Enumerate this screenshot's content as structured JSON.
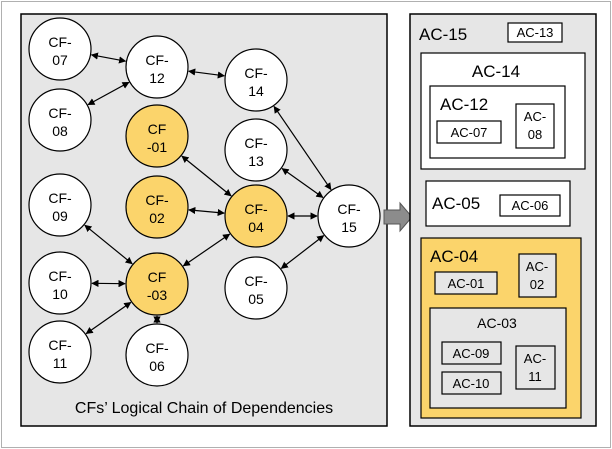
{
  "colors": {
    "panel_fill": "#e6e6e6",
    "highlight_fill": "#fbd46b",
    "node_fill": "#ffffff",
    "stroke": "#000000",
    "border": "#b0b0b0"
  },
  "left_panel": {
    "caption": "CFs’ Logical Chain of Dependencies",
    "nodes": [
      {
        "id": "cf07",
        "line1": "CF-",
        "line2": "07",
        "highlight": false
      },
      {
        "id": "cf12",
        "line1": "CF-",
        "line2": "12",
        "highlight": false
      },
      {
        "id": "cf14",
        "line1": "CF-",
        "line2": "14",
        "highlight": false
      },
      {
        "id": "cf08",
        "line1": "CF-",
        "line2": "08",
        "highlight": false
      },
      {
        "id": "cf01",
        "line1": "CF",
        "line2": "-01",
        "highlight": true
      },
      {
        "id": "cf13",
        "line1": "CF-",
        "line2": "13",
        "highlight": false
      },
      {
        "id": "cf09",
        "line1": "CF-",
        "line2": "09",
        "highlight": false
      },
      {
        "id": "cf02",
        "line1": "CF-",
        "line2": "02",
        "highlight": true
      },
      {
        "id": "cf04",
        "line1": "CF-",
        "line2": "04",
        "highlight": true
      },
      {
        "id": "cf15",
        "line1": "CF-",
        "line2": "15",
        "highlight": false
      },
      {
        "id": "cf10",
        "line1": "CF-",
        "line2": "10",
        "highlight": false
      },
      {
        "id": "cf03",
        "line1": "CF",
        "line2": "-03",
        "highlight": true
      },
      {
        "id": "cf05",
        "line1": "CF-",
        "line2": "05",
        "highlight": false
      },
      {
        "id": "cf11",
        "line1": "CF-",
        "line2": "11",
        "highlight": false
      },
      {
        "id": "cf06",
        "line1": "CF-",
        "line2": "06",
        "highlight": false
      }
    ],
    "edges": [
      [
        "cf07",
        "cf12"
      ],
      [
        "cf08",
        "cf12"
      ],
      [
        "cf12",
        "cf14"
      ],
      [
        "cf14",
        "cf15"
      ],
      [
        "cf01",
        "cf04"
      ],
      [
        "cf13",
        "cf15"
      ],
      [
        "cf02",
        "cf04"
      ],
      [
        "cf04",
        "cf15"
      ],
      [
        "cf04",
        "cf03"
      ],
      [
        "cf09",
        "cf03"
      ],
      [
        "cf10",
        "cf03"
      ],
      [
        "cf11",
        "cf03"
      ],
      [
        "cf06",
        "cf03"
      ],
      [
        "cf05",
        "cf15"
      ]
    ]
  },
  "right_panel": {
    "ac15": "AC-15",
    "ac13": "AC-13",
    "ac14": "AC-14",
    "ac12": "AC-12",
    "ac07": "AC-07",
    "ac08_l1": "AC-",
    "ac08_l2": "08",
    "ac05": "AC-05",
    "ac06": "AC-06",
    "ac04": "AC-04",
    "ac01": "AC-01",
    "ac02_l1": "AC-",
    "ac02_l2": "02",
    "ac03": "AC-03",
    "ac09": "AC-09",
    "ac10": "AC-10",
    "ac11_l1": "AC-",
    "ac11_l2": "11"
  }
}
